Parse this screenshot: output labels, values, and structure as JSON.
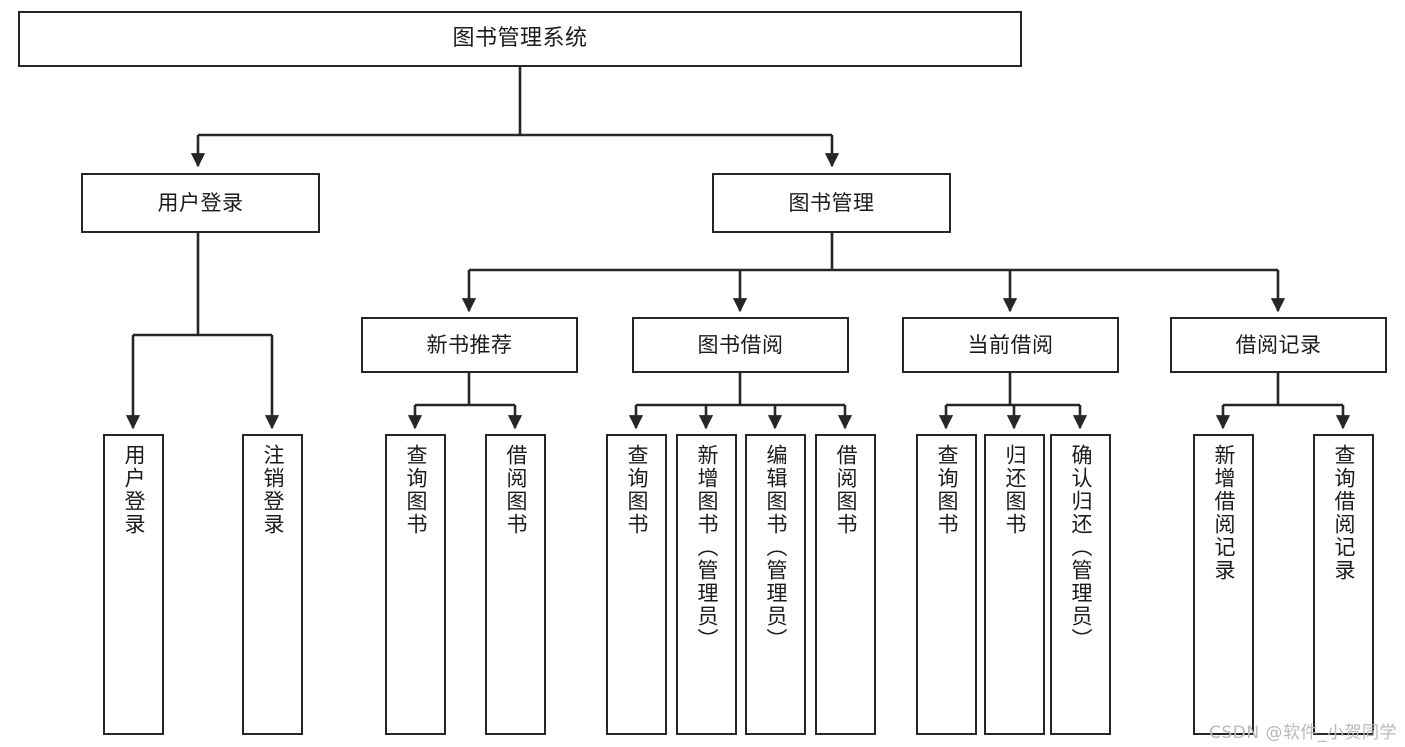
{
  "diagram": {
    "type": "tree-hierarchy",
    "title": "图书管理系统",
    "orientation": "top-down",
    "colors": {
      "stroke": "#262626",
      "fill": "#ffffff",
      "text": "#1b1b1b",
      "watermark": "#b9b9b9"
    },
    "watermark": "CSDN @软件_小贺同学"
  },
  "nodes": {
    "root": {
      "label": "图书管理系统",
      "level": 1
    },
    "level2": [
      {
        "id": "user-login",
        "label": "用户登录"
      },
      {
        "id": "book-manage",
        "label": "图书管理"
      }
    ],
    "level3": [
      {
        "id": "new-book-recommend",
        "label": "新书推荐",
        "parent": "book-manage"
      },
      {
        "id": "book-borrow",
        "label": "图书借阅",
        "parent": "book-manage"
      },
      {
        "id": "current-borrow",
        "label": "当前借阅",
        "parent": "book-manage"
      },
      {
        "id": "borrow-record",
        "label": "借阅记录",
        "parent": "book-manage"
      }
    ],
    "leaves": {
      "user-login": [
        {
          "id": "leaf-user-login",
          "label": "用户登录"
        },
        {
          "id": "leaf-logout",
          "label": "注销登录"
        }
      ],
      "new-book-recommend": [
        {
          "id": "leaf-query-book-1",
          "label": "查询图书"
        },
        {
          "id": "leaf-borrow-book-1",
          "label": "借阅图书"
        }
      ],
      "book-borrow": [
        {
          "id": "leaf-query-book-2",
          "label": "查询图书"
        },
        {
          "id": "leaf-add-book",
          "label": "新增图书（管理员）"
        },
        {
          "id": "leaf-edit-book",
          "label": "编辑图书（管理员）"
        },
        {
          "id": "leaf-borrow-book-2",
          "label": "借阅图书"
        }
      ],
      "current-borrow": [
        {
          "id": "leaf-query-book-3",
          "label": "查询图书"
        },
        {
          "id": "leaf-return-book",
          "label": "归还图书"
        },
        {
          "id": "leaf-confirm-return",
          "label": "确认归还（管理员）"
        }
      ],
      "borrow-record": [
        {
          "id": "leaf-add-record",
          "label": "新增借阅记录"
        },
        {
          "id": "leaf-query-record",
          "label": "查询借阅记录"
        }
      ]
    }
  }
}
